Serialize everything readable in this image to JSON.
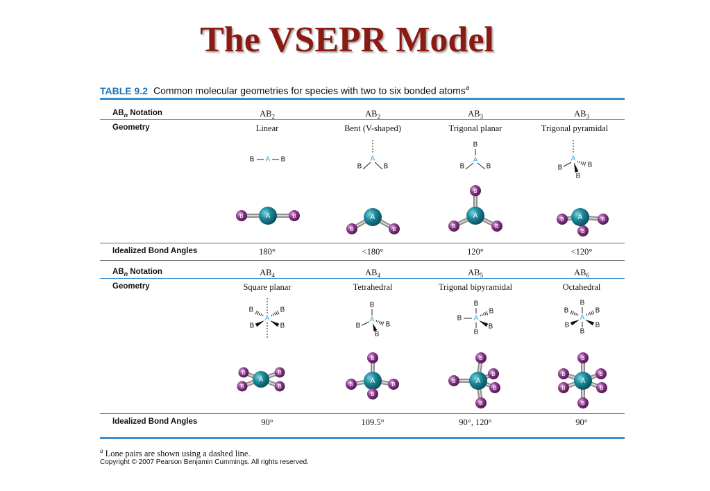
{
  "slide": {
    "title": "The VSEPR Model"
  },
  "table": {
    "number": "TABLE 9.2",
    "caption": "Common molecular geometries for species with two to six bonded atoms",
    "caption_marker": "a",
    "labels": {
      "notation_prefix": "AB",
      "notation_sub": "n",
      "notation_suffix": " Notation",
      "geometry": "Geometry",
      "angles": "Idealized Bond Angles"
    },
    "atom_letters": {
      "central": "A",
      "ligand": "B"
    },
    "colors": {
      "central_atom": "#1a8a9c",
      "ligand_atom": "#8e3b8e",
      "rule": "#3a8fd0",
      "title": "#8b1a12"
    },
    "rows": [
      {
        "columns": [
          {
            "notation": "AB",
            "subscript": "2",
            "geometry": "Linear",
            "angles": "180°"
          },
          {
            "notation": "AB",
            "subscript": "2",
            "geometry": "Bent (V-shaped)",
            "angles": "<180°"
          },
          {
            "notation": "AB",
            "subscript": "3",
            "geometry": "Trigonal planar",
            "angles": "120°"
          },
          {
            "notation": "AB",
            "subscript": "3",
            "geometry": "Trigonal pyramidal",
            "angles": "<120°"
          }
        ]
      },
      {
        "columns": [
          {
            "notation": "AB",
            "subscript": "4",
            "geometry": "Square planar",
            "angles": "90°"
          },
          {
            "notation": "AB",
            "subscript": "4",
            "geometry": "Tetrahedral",
            "angles": "109.5°"
          },
          {
            "notation": "AB",
            "subscript": "5",
            "geometry": "Trigonal bipyramidal",
            "angles": "90°, 120°"
          },
          {
            "notation": "AB",
            "subscript": "6",
            "geometry": "Octahedral",
            "angles": "90°"
          }
        ]
      }
    ]
  },
  "footnote": {
    "marker": "a",
    "text": "Lone pairs are shown using a dashed line."
  },
  "copyright": "Copyright © 2007 Pearson Benjamin Cummings. All rights reserved."
}
